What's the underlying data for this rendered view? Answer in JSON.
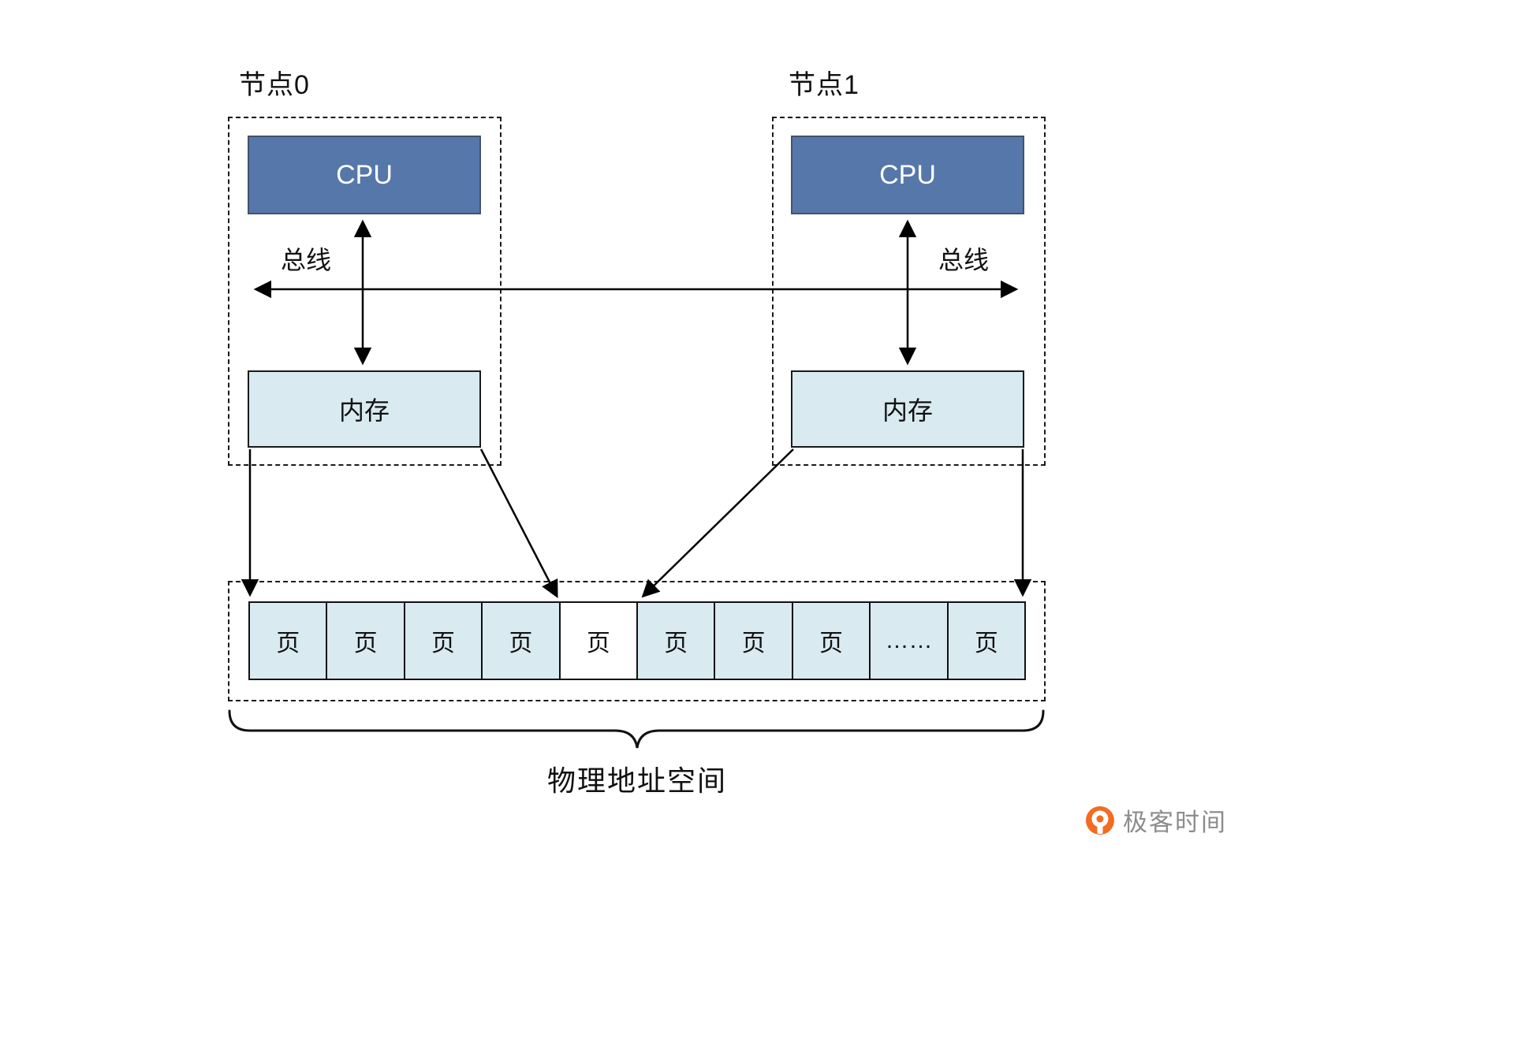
{
  "nodes": [
    {
      "label": "节点0",
      "cpu_label": "CPU",
      "bus_label": "总线",
      "memory_label": "内存"
    },
    {
      "label": "节点1",
      "cpu_label": "CPU",
      "bus_label": "总线",
      "memory_label": "内存"
    }
  ],
  "physical_memory": {
    "cells": [
      {
        "label": "页"
      },
      {
        "label": "页"
      },
      {
        "label": "页"
      },
      {
        "label": "页"
      },
      {
        "label": "页"
      },
      {
        "label": "页"
      },
      {
        "label": "页"
      },
      {
        "label": "页"
      },
      {
        "label": "……"
      },
      {
        "label": "页"
      }
    ],
    "free_cell_index": 4,
    "caption": "物理地址空间"
  },
  "brand": {
    "name": "极客时间"
  },
  "colors": {
    "cpu_fill": "#5677A9",
    "memory_fill": "#D9EAF1",
    "line": "#000000",
    "brand_orange": "#F36C21",
    "brand_text": "#8C8C8C"
  }
}
